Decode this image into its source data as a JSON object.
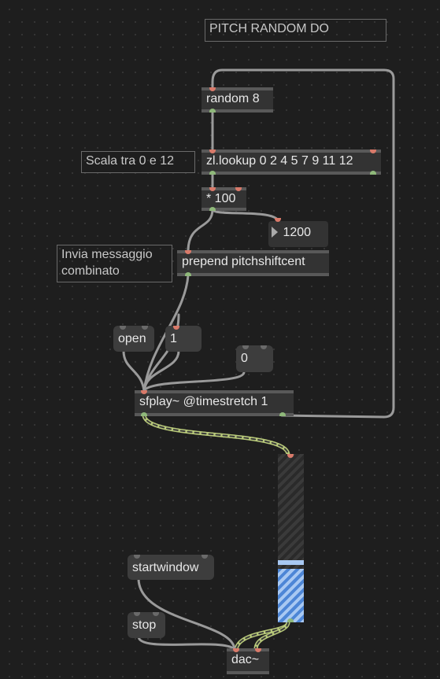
{
  "patch": {
    "title_comment": "PITCH RANDOM DO",
    "comments": {
      "scale": "Scala tra 0 e 12",
      "send": "Invia messaggio\ncombinato"
    },
    "objects": {
      "random": "random 8",
      "lookup": "zl.lookup 0 2 4 5 7 9 11 12",
      "multiply": "* 100",
      "prepend": "prepend pitchshiftcent",
      "sfplay": "sfplay~ @timestretch 1",
      "dac": "dac~"
    },
    "messages": {
      "open": "open",
      "one": "1",
      "zero": "0",
      "startwindow": "startwindow",
      "stop": "stop"
    },
    "number_box": {
      "value": "1200"
    },
    "meter": {
      "level": 0.32,
      "peak": 0.34
    }
  }
}
